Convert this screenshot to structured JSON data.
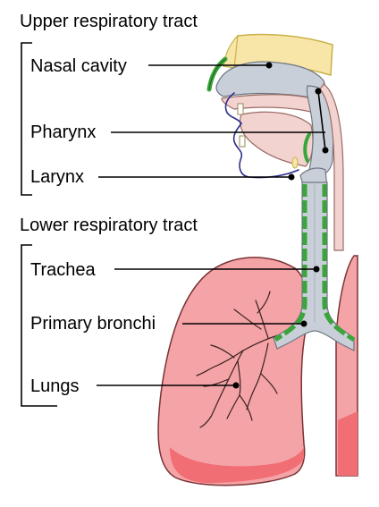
{
  "diagram": {
    "sections": [
      {
        "title": "Upper respiratory tract",
        "labels": [
          "Nasal cavity",
          "Pharynx",
          "Larynx"
        ]
      },
      {
        "title": "Lower respiratory tract",
        "labels": [
          "Trachea",
          "Primary bronchi",
          "Lungs"
        ]
      }
    ]
  },
  "colors": {
    "lung_fill": "#f4a3a6",
    "lung_dark": "#f06e74",
    "lung_outline": "#7a3335",
    "airway_gray": "#c9cfd8",
    "bone_yellow": "#f8e6a8",
    "bone_outline": "#c9b14a",
    "mucosa_green": "#3aa53a",
    "tissue_pink": "#f3d3cf",
    "tissue_outline": "#9a6b66",
    "face_outline": "#2d2f8a",
    "leader_line": "#000000"
  }
}
